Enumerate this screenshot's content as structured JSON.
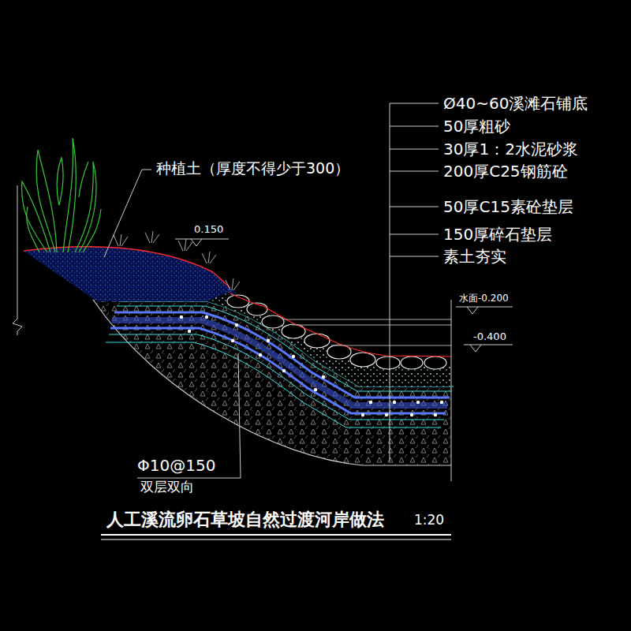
{
  "diagram": {
    "title": "人工溪流卵石草坡自然过渡河岸做法",
    "labels": [
      "1:20",
      "种植土（厚度不得少于300）",
      "0.150",
      "水面-0.200",
      "-0.400",
      "Φ10@150",
      "双层双向",
      "Ø40~60溪滩石铺底",
      "50厚粗砂",
      "30厚1：2水泥砂浆",
      "200厚C25钢筋砼",
      "50厚C15素砼垫层",
      "150厚碎石垫层",
      "素土夯实"
    ]
  }
}
